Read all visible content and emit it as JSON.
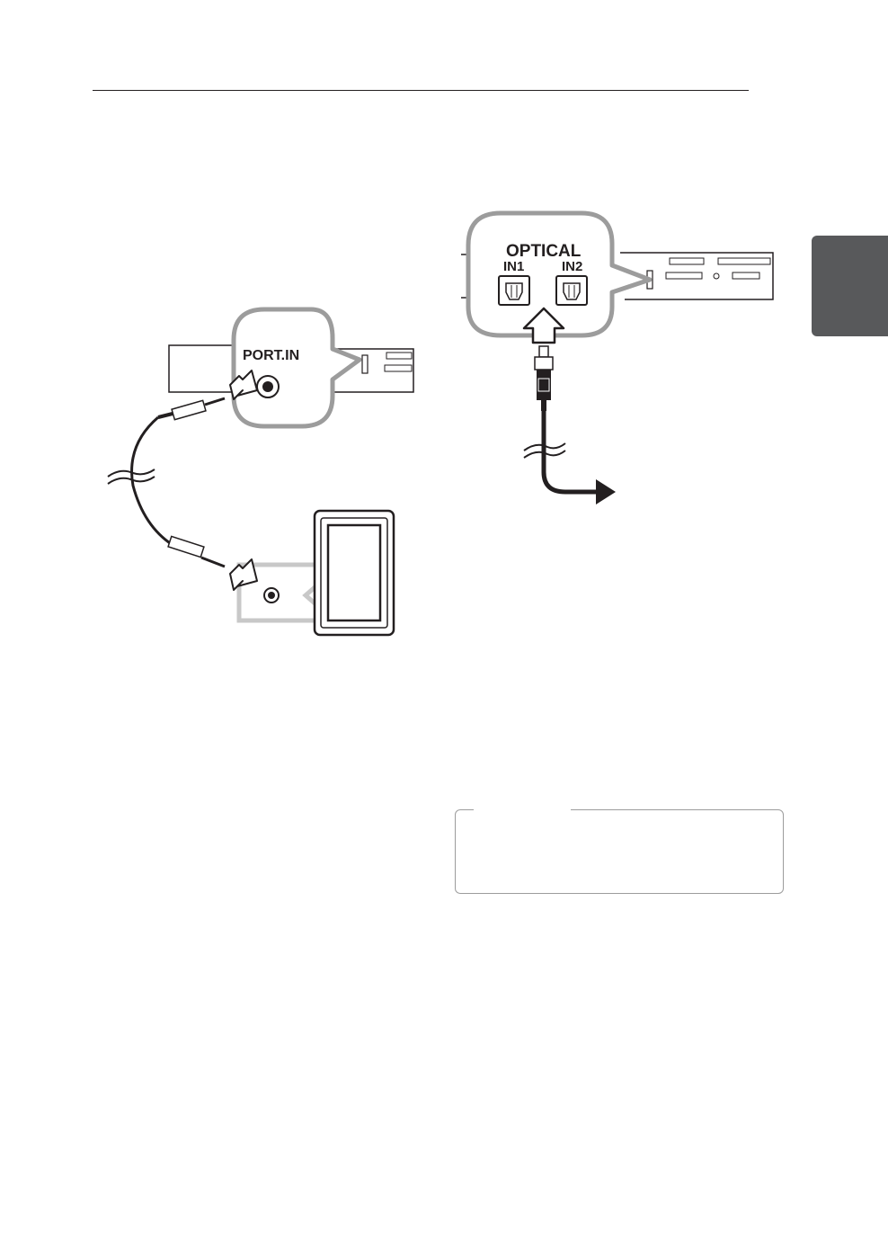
{
  "figure_left": {
    "port_label": "PORT.IN"
  },
  "figure_right": {
    "optical_label": "OPTICAL",
    "in1_label": "IN1",
    "in2_label": "IN2"
  },
  "colors": {
    "ink": "#231f20",
    "callout_outline": "#9c9c9c",
    "callout_fill": "#ffffff",
    "tab": "#58595b"
  }
}
